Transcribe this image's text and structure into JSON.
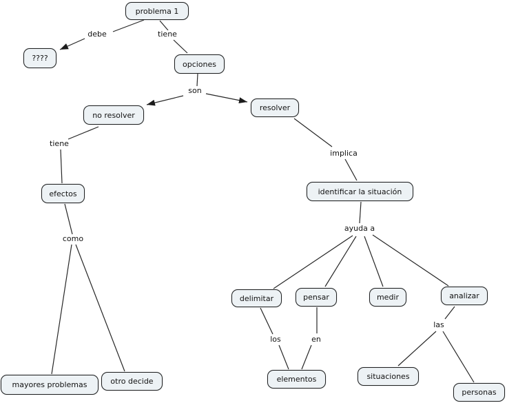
{
  "diagram": {
    "type": "concept-map",
    "language": "es",
    "colors": {
      "background": "#ffffff",
      "node_fill": "#edf2f5",
      "node_border": "#202020",
      "line": "#262626",
      "text": "#111111"
    },
    "nodes": [
      {
        "id": "problema-1",
        "label": "problema 1"
      },
      {
        "id": "interrogantes",
        "label": "????"
      },
      {
        "id": "opciones",
        "label": "opciones"
      },
      {
        "id": "no-resolver",
        "label": "no resolver"
      },
      {
        "id": "resolver",
        "label": "resolver"
      },
      {
        "id": "efectos",
        "label": "efectos"
      },
      {
        "id": "identificar-la-situacion",
        "label": "identificar la situación"
      },
      {
        "id": "delimitar",
        "label": "delimitar"
      },
      {
        "id": "pensar",
        "label": "pensar"
      },
      {
        "id": "medir",
        "label": "medir"
      },
      {
        "id": "analizar",
        "label": "analizar"
      },
      {
        "id": "mayores-problemas",
        "label": "mayores problemas"
      },
      {
        "id": "otro-decide",
        "label": "otro decide"
      },
      {
        "id": "elementos",
        "label": "elementos"
      },
      {
        "id": "situaciones",
        "label": "situaciones"
      },
      {
        "id": "personas",
        "label": "personas"
      }
    ],
    "link_labels": [
      {
        "id": "debe",
        "text": "debe"
      },
      {
        "id": "tiene-top",
        "text": "tiene"
      },
      {
        "id": "son",
        "text": "son"
      },
      {
        "id": "tiene-left",
        "text": "tiene"
      },
      {
        "id": "implica",
        "text": "implica"
      },
      {
        "id": "como",
        "text": "como"
      },
      {
        "id": "ayuda-a",
        "text": "ayuda a"
      },
      {
        "id": "los",
        "text": "los"
      },
      {
        "id": "en",
        "text": "en"
      },
      {
        "id": "las",
        "text": "las"
      }
    ],
    "connections": [
      {
        "from": "problema 1",
        "phrase": "debe",
        "to": "????",
        "arrow": true
      },
      {
        "from": "problema 1",
        "phrase": "tiene",
        "to": "opciones",
        "arrow": false
      },
      {
        "from": "opciones",
        "phrase": "son",
        "to": "no resolver",
        "arrow": true
      },
      {
        "from": "opciones",
        "phrase": "son",
        "to": "resolver",
        "arrow": true
      },
      {
        "from": "no resolver",
        "phrase": "tiene",
        "to": "efectos",
        "arrow": false
      },
      {
        "from": "efectos",
        "phrase": "como",
        "to": "mayores problemas",
        "arrow": false
      },
      {
        "from": "efectos",
        "phrase": "como",
        "to": "otro decide",
        "arrow": false
      },
      {
        "from": "resolver",
        "phrase": "implica",
        "to": "identificar la situación",
        "arrow": false
      },
      {
        "from": "identificar la situación",
        "phrase": "ayuda a",
        "to": "delimitar",
        "arrow": false
      },
      {
        "from": "identificar la situación",
        "phrase": "ayuda a",
        "to": "pensar",
        "arrow": false
      },
      {
        "from": "identificar la situación",
        "phrase": "ayuda a",
        "to": "medir",
        "arrow": false
      },
      {
        "from": "identificar la situación",
        "phrase": "ayuda a",
        "to": "analizar",
        "arrow": false
      },
      {
        "from": "delimitar",
        "phrase": "los",
        "to": "elementos",
        "arrow": false
      },
      {
        "from": "pensar",
        "phrase": "en",
        "to": "elementos",
        "arrow": false
      },
      {
        "from": "analizar",
        "phrase": "las",
        "to": "situaciones",
        "arrow": false
      },
      {
        "from": "analizar",
        "phrase": "las",
        "to": "personas",
        "arrow": false
      }
    ]
  }
}
